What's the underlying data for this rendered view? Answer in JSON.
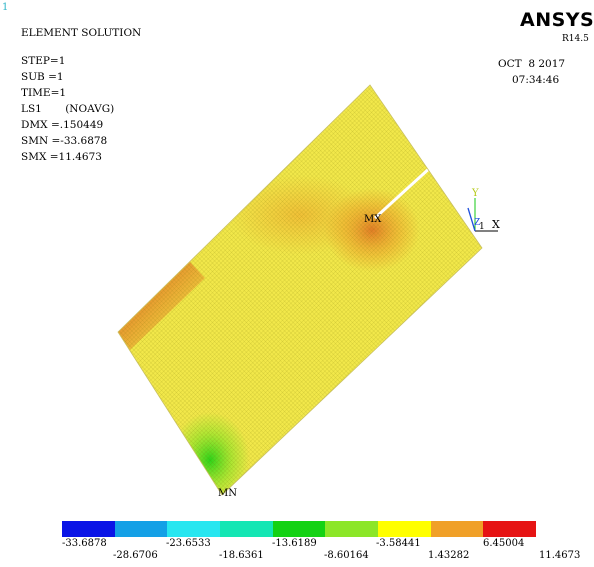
{
  "window": {
    "number": "1"
  },
  "header": {
    "title": "ELEMENT SOLUTION",
    "lines": [
      "STEP=1",
      "SUB =1",
      "TIME=1",
      "LS1       (NOAVG)",
      "DMX =.150449",
      "SMN =-33.6878",
      "SMX =11.4673"
    ]
  },
  "brand": {
    "logo": "ANSYS",
    "release": "R14.5"
  },
  "datetime": {
    "date": "OCT  8 2017",
    "time": "07:34:46"
  },
  "markers": {
    "max": "MX",
    "min": "MN"
  },
  "triad": {
    "y": "Y",
    "z": "Z",
    "x": "X",
    "origin": "1"
  },
  "legend": {
    "colors": [
      "#0a14e6",
      "#14a0e6",
      "#28e6f0",
      "#14e6b4",
      "#14d214",
      "#8ce628",
      "#ffff00",
      "#f0a028",
      "#e61414"
    ],
    "labels_top": [
      "-33.6878",
      "-23.6533",
      "-13.6189",
      "-3.58441",
      "6.45004"
    ],
    "labels_bottom": [
      "-28.6706",
      "-18.6361",
      "-8.60164",
      "1.43282",
      "11.4673"
    ]
  }
}
